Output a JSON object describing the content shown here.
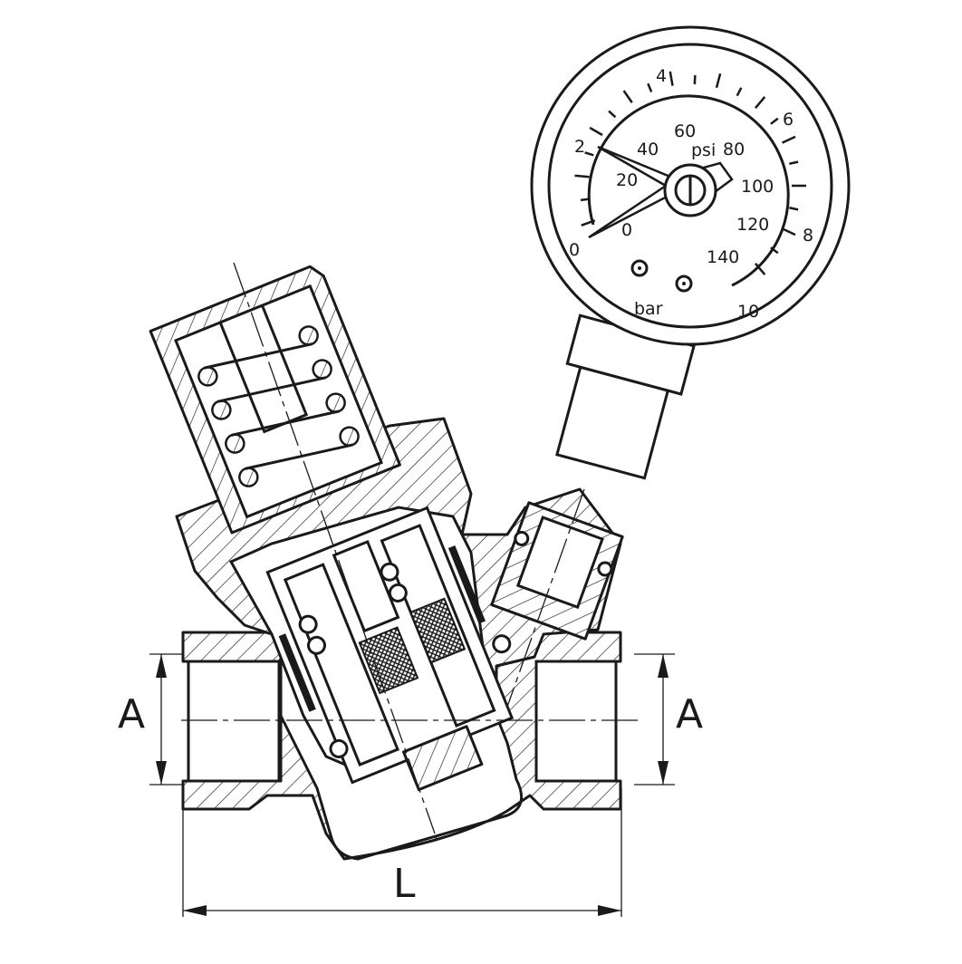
{
  "gauge": {
    "bar_unit": "bar",
    "psi_unit": "psi",
    "bar_labels": [
      "0",
      "2",
      "4",
      "6",
      "8",
      "10"
    ],
    "psi_labels": [
      "0",
      "20",
      "40",
      "60",
      "80",
      "100",
      "120",
      "140"
    ]
  },
  "dimensions": {
    "inlet_label": "A",
    "outlet_label": "A",
    "length_label": "L"
  }
}
